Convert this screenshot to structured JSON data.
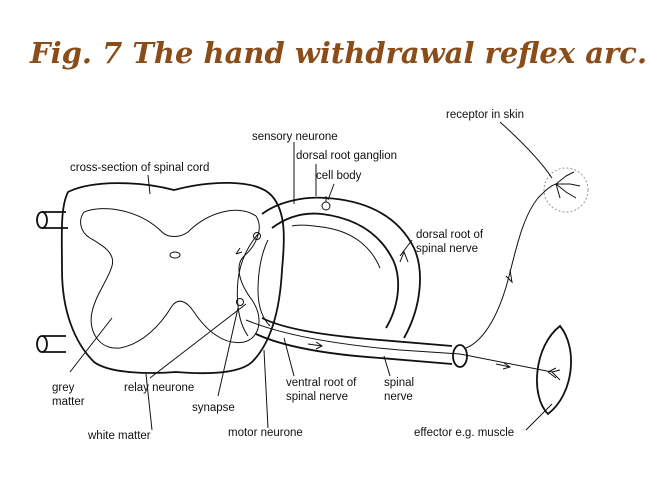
{
  "title": "Fig. 7 The hand withdrawal reflex arc.",
  "labels": {
    "receptor": "receptor in skin",
    "sensory_neurone": "sensory neurone",
    "dorsal_root_ganglion": "dorsal root ganglion",
    "cross_section": "cross-section of spinal cord",
    "cell_body": "cell body",
    "dorsal_root_line1": "dorsal root of",
    "dorsal_root_line2": "spinal nerve",
    "grey_matter_line1": "grey",
    "grey_matter_line2": "matter",
    "relay_neurone": "relay neurone",
    "synapse": "synapse",
    "ventral_root_line1": "ventral root of",
    "ventral_root_line2": "spinal nerve",
    "spinal_nerve_line1": "spinal",
    "spinal_nerve_line2": "nerve",
    "white_matter": "white matter",
    "motor_neurone": "motor neurone",
    "effector": "effector e.g. muscle"
  },
  "colors": {
    "title": "#8a4c18",
    "ink": "#111111"
  }
}
